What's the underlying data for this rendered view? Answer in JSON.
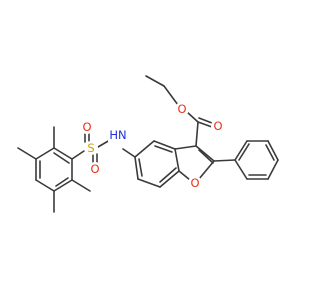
{
  "title": "",
  "colors": {
    "bond": "#3a3a3a",
    "oxygen": "#e8311a",
    "sulfur": "#c9a400",
    "nitrogen": "#1f2ee0"
  },
  "atoms": {
    "ester_carbonyl_o": "O",
    "ester_ether_o": "O",
    "furan_o": "O",
    "sulfonyl_o_left": "O",
    "sulfonyl_o_right": "O",
    "sulfur": "S",
    "amine": "HN"
  }
}
